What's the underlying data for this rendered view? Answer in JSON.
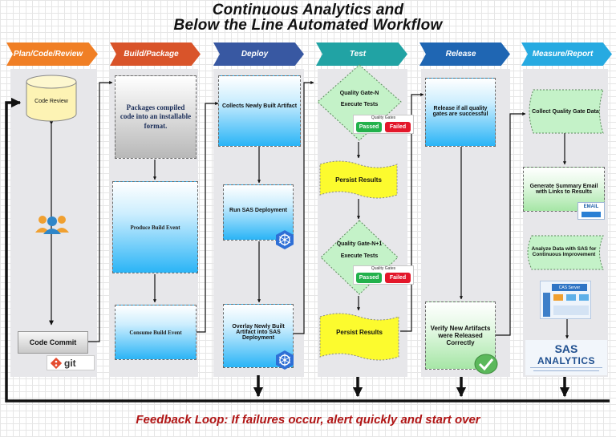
{
  "title": {
    "line1": "Continuous Analytics and",
    "line2": "Below the Line Automated Workflow"
  },
  "phases": [
    {
      "label": "Plan/Code/Review",
      "color": "#f07f25"
    },
    {
      "label": "Build/Package",
      "color": "#d9542a"
    },
    {
      "label": "Deploy",
      "color": "#3858a2"
    },
    {
      "label": "Test",
      "color": "#21a3a4"
    },
    {
      "label": "Release",
      "color": "#1f66b3"
    },
    {
      "label": "Measure/Report",
      "color": "#27aae1"
    }
  ],
  "plan": {
    "code_review": "Code Review",
    "code_commit": "Code Commit",
    "git_label": "git",
    "people_icon": "users-icon"
  },
  "build": {
    "packages": "Packages compiled code into an installable format.",
    "produce": "Produce Build Event",
    "consume": "Consume Build Event"
  },
  "deploy": {
    "collect": "Collects Newly Built Artifact",
    "run": "Run SAS Deployment",
    "overlay": "Overlay Newly Built Artifact  into SAS Deployment",
    "k8s_icon": "kubernetes-icon"
  },
  "test": {
    "gate1_title": "Quality Gate-N",
    "gate1_sub": "Execute Tests",
    "gate2_title": "Quality Gate-N+1",
    "gate2_sub": "Execute Tests",
    "badge_label": "Quality Gates",
    "passed": "Passed",
    "failed": "Failed",
    "persist1": "Persist Results",
    "persist2": "Persist Results"
  },
  "release": {
    "release_text": "Release if all quality gates are successful",
    "verify_text": "Verify New Artifacts  were Released Correctly",
    "check_icon": "checkmark-icon"
  },
  "measure": {
    "collect": "Collect Quality Gate Data",
    "summary": "Generate Summary Email with Links to Results",
    "email_label": "EMAIL",
    "analyze": "Analyze Data  with SAS for Continuous Improvement",
    "server_label": "CAS Server",
    "word_sas": "SAS",
    "word_analytics": "ANALYTICS"
  },
  "feedback": "Feedback Loop: If failures occur, alert quickly and start over"
}
